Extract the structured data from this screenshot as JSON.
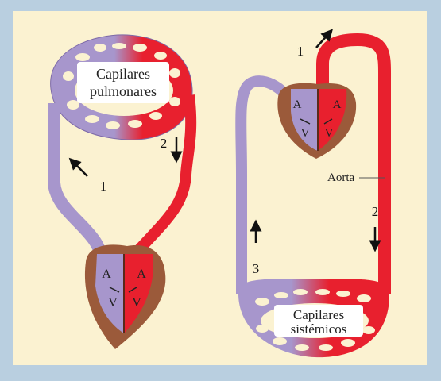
{
  "colors": {
    "frame": "#b9cfe0",
    "panel": "#fbf2d1",
    "venous": "#a796cc",
    "arterial": "#e8202e",
    "heart_tissue": "#9b5a3a",
    "label_box": "#ffffff"
  },
  "left_diagram": {
    "capillary_label_line1": "Capilares",
    "capillary_label_line2": "pulmonares",
    "step_1": "1",
    "step_2": "2",
    "atrium_left": "A",
    "atrium_right": "A",
    "ventricle_left": "V",
    "ventricle_right": "V"
  },
  "right_diagram": {
    "capillary_label_line1": "Capilares",
    "capillary_label_line2": "sistémicos",
    "aorta_label": "Aorta",
    "step_1": "1",
    "step_2": "2",
    "step_3": "3",
    "atrium_left": "A",
    "atrium_right": "A",
    "ventricle_left": "V",
    "ventricle_right": "V"
  },
  "icons": {
    "arrow_up_left": "arrow-up-left-icon",
    "arrow_down": "arrow-down-icon",
    "arrow_up_right": "arrow-up-right-icon",
    "arrow_up": "arrow-up-icon"
  }
}
